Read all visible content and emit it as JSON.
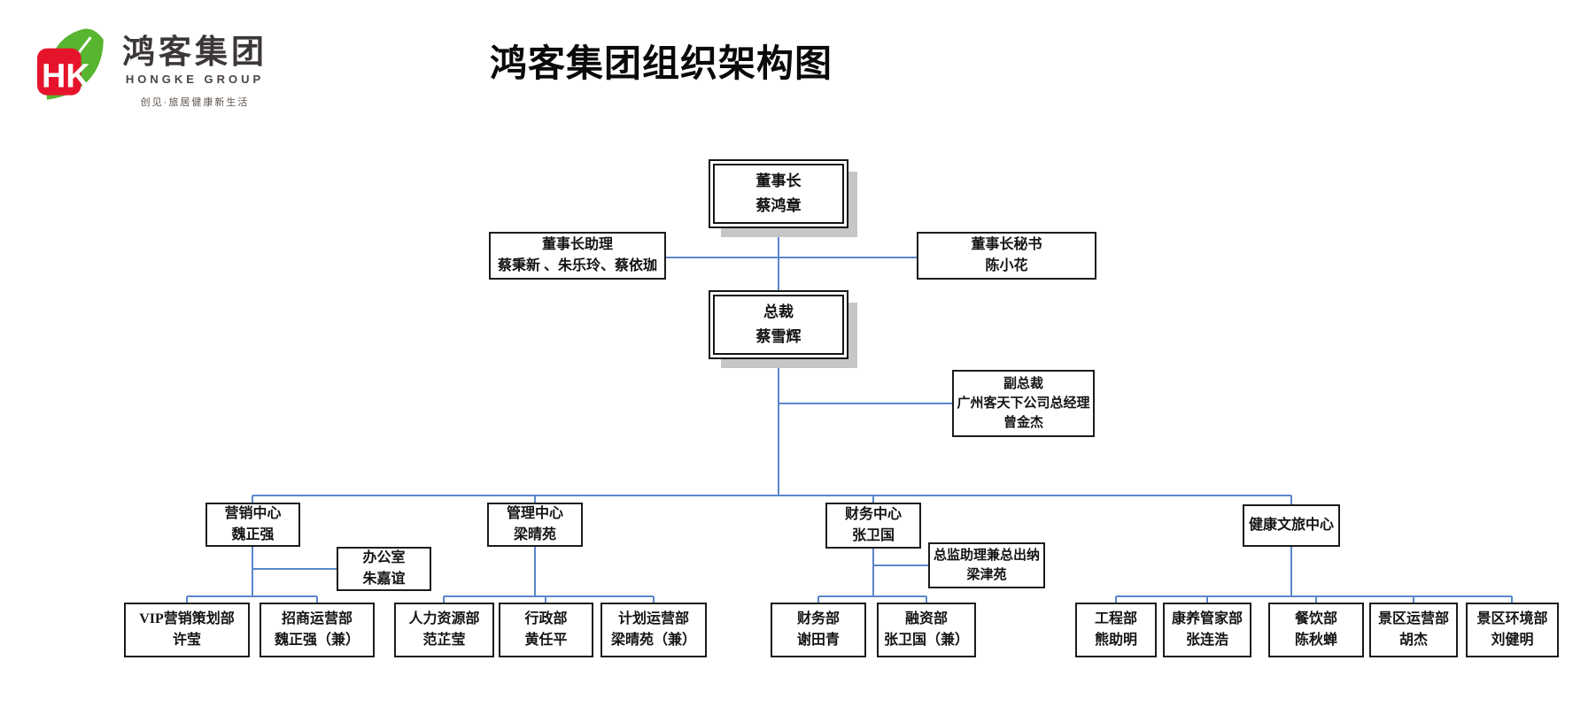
{
  "header": {
    "title": "鸿客集团组织架构图"
  },
  "logo": {
    "mark": "HK",
    "cn": "鸿客集团",
    "en": "HONGKE GROUP",
    "tagline": "创见·旅居健康新生活"
  },
  "colors": {
    "connector": "#5b87cb",
    "box_border": "#1c1c1c",
    "box_shadow": "#c6c6c6",
    "logo_red": "#e6142b",
    "logo_green": "#57b52f"
  },
  "nodes": {
    "chairman": {
      "title": "董事长",
      "name": "蔡鸿章"
    },
    "assistant": {
      "title": "董事长助理",
      "name": "蔡秉新 、朱乐玲、蔡依珈"
    },
    "secretary": {
      "title": "董事长秘书",
      "name": "陈小花"
    },
    "president": {
      "title": "总裁",
      "name": "蔡雪辉"
    },
    "vp": {
      "title": "副总裁",
      "role2": "广州客天下公司总经理",
      "name": "曾金杰"
    },
    "marketing_center": {
      "title": "营销中心",
      "name": "魏正强"
    },
    "office": {
      "title": "办公室",
      "name": "朱嘉谊"
    },
    "management_center": {
      "title": "管理中心",
      "name": "梁晴苑"
    },
    "finance_center": {
      "title": "财务中心",
      "name": "张卫国"
    },
    "cashier": {
      "title": "总监助理兼总出纳",
      "name": "梁津苑"
    },
    "health_center": {
      "title": "健康文旅中心"
    },
    "vip_marketing": {
      "title": "VIP营销策划部",
      "name": "许莹"
    },
    "investment_ops": {
      "title": "招商运营部",
      "name": "魏正强（兼）"
    },
    "hr": {
      "title": "人力资源部",
      "name": "范芷莹"
    },
    "admin": {
      "title": "行政部",
      "name": "黄任平"
    },
    "planning_ops": {
      "title": "计划运营部",
      "name": "梁晴苑（兼）"
    },
    "finance_dept": {
      "title": "财务部",
      "name": "谢田青"
    },
    "financing_dept": {
      "title": "融资部",
      "name": "张卫国（兼）"
    },
    "engineering": {
      "title": "工程部",
      "name": "熊助明"
    },
    "wellness_butler": {
      "title": "康养管家部",
      "name": "张连浩"
    },
    "catering": {
      "title": "餐饮部",
      "name": "陈秋蝉"
    },
    "scenic_ops": {
      "title": "景区运营部",
      "name": "胡杰"
    },
    "scenic_env": {
      "title": "景区环境部",
      "name": "刘健明"
    }
  }
}
